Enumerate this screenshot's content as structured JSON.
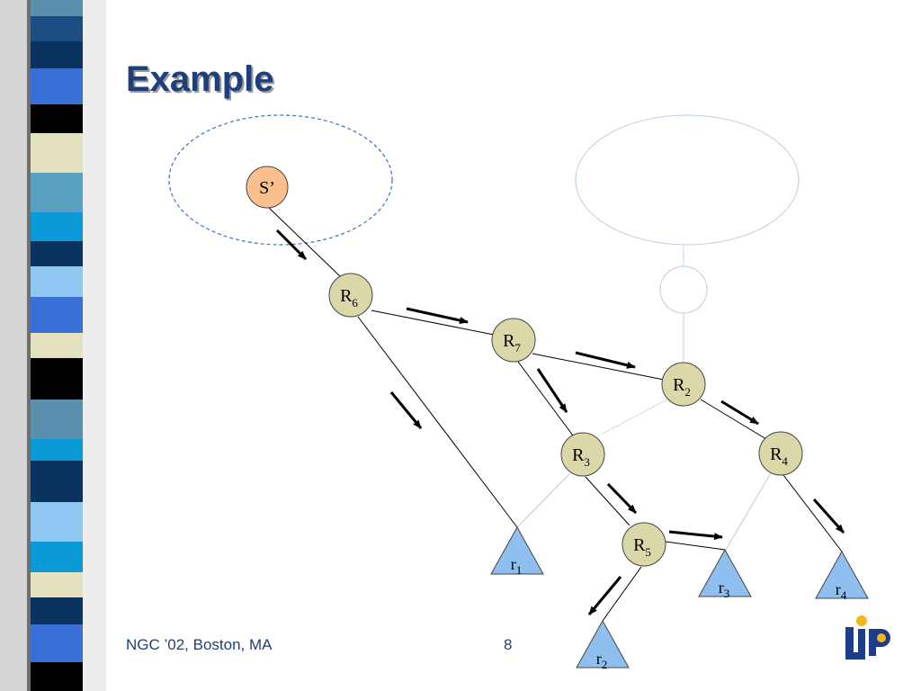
{
  "slide": {
    "title": "Example",
    "footer_left": "NGC ’02, Boston, MA",
    "page_number": "8",
    "logo_icon": "lip6-logo-icon"
  },
  "colors": {
    "title": "#1f3f7a",
    "source_node_fill": "#f9c08e",
    "router_fill": "#dad8a8",
    "receiver_fill": "#8fbfee",
    "dashed_group": "#3d6fc6",
    "faint_group": "#b8cde4"
  },
  "diagram": {
    "source": {
      "label": "S’"
    },
    "routers": [
      {
        "id": "R6",
        "base": "R",
        "sub": "6"
      },
      {
        "id": "R7",
        "base": "R",
        "sub": "7"
      },
      {
        "id": "R2",
        "base": "R",
        "sub": "2"
      },
      {
        "id": "R3",
        "base": "R",
        "sub": "3"
      },
      {
        "id": "R4",
        "base": "R",
        "sub": "4"
      },
      {
        "id": "R5",
        "base": "R",
        "sub": "5"
      }
    ],
    "receivers": [
      {
        "id": "r1",
        "base": "r",
        "sub": "1"
      },
      {
        "id": "r2",
        "base": "r",
        "sub": "2"
      },
      {
        "id": "r3",
        "base": "r",
        "sub": "3"
      },
      {
        "id": "r4",
        "base": "r",
        "sub": "4"
      }
    ],
    "links_solid": [
      [
        "S",
        "R6"
      ],
      [
        "R6",
        "R7"
      ],
      [
        "R6",
        "r1"
      ],
      [
        "R7",
        "R2"
      ],
      [
        "R7",
        "R3"
      ],
      [
        "R2",
        "R4"
      ],
      [
        "R3",
        "R5"
      ],
      [
        "R4",
        "r4"
      ],
      [
        "R5",
        "r3"
      ],
      [
        "R5",
        "r2"
      ]
    ],
    "links_faint": [
      [
        "R3",
        "R2"
      ],
      [
        "R3",
        "r1"
      ],
      [
        "R4",
        "r3"
      ],
      [
        "R2",
        "faint-circle"
      ],
      [
        "faint-circle",
        "faint-ellipse"
      ]
    ]
  }
}
